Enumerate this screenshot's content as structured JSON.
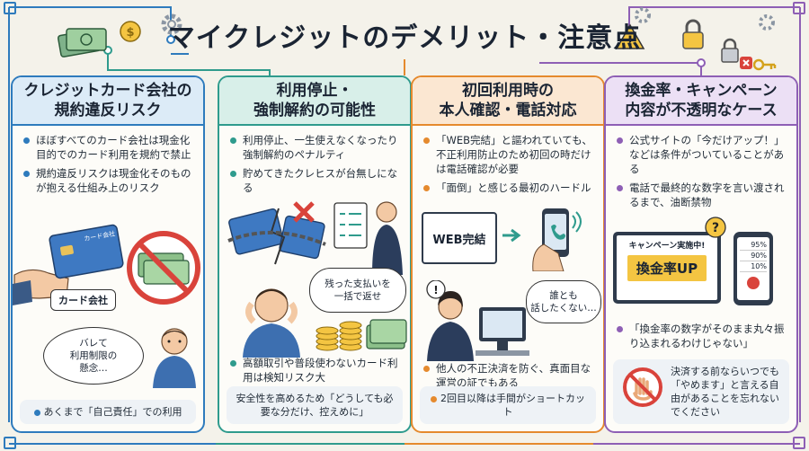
{
  "title": "マイクレジットのデメリット・注意点",
  "colors": {
    "blue": "#2e7bbd",
    "teal": "#2f9b8d",
    "orange": "#e58a2e",
    "purple": "#8e5fb5",
    "bg": "#f4f2ea"
  },
  "cards": [
    {
      "heading": "クレジットカード会社の\n規約違反リスク",
      "bullets": [
        "ほぼすべてのカード会社は現金化目的でのカード利用を規約で禁止",
        "規約違反リスクは現金化そのものが抱える仕組み上のリスク"
      ],
      "card_label": "カード会社",
      "card_face_text": "カード会社",
      "bubble": "バレて\n利用制限の\n懸念…",
      "footer": "あくまで「自己責任」での利用"
    },
    {
      "heading": "利用停止・\n強制解約の可能性",
      "bullets": [
        "利用停止、一生使えなくなったり強制解約のペナルティ",
        "貯めてきたクレヒスが台無しになる"
      ],
      "bubble": "残った支払いを\n一括で返せ",
      "bullet_lower": "高額取引や普段使わないカード利用は検知リスク大",
      "footer": "安全性を高めるため「どうしても必要な分だけ、控えめに」"
    },
    {
      "heading": "初回利用時の\n本人確認・電話対応",
      "bullets": [
        "「WEB完結」と謳われていても、不正利用防止のため初回の時だけは電話確認が必要",
        "「面倒」と感じる最初のハードル"
      ],
      "screen_text": "WEB完結",
      "bubble": "誰とも\n話したくない…",
      "bullet_lower": "他人の不正決済を防ぐ、真面目な運営の証でもある",
      "footer": "2回目以降は手間がショートカット"
    },
    {
      "heading": "換金率・キャンペーン\n内容が不透明なケース",
      "bullets": [
        "公式サイトの「今だけアップ！」などは条件がついていることがある",
        "電話で最終的な数字を言い渡されるまで、油断禁物"
      ],
      "banner_small": "キャンペーン実施中!",
      "banner_big": "換金率UP",
      "phone_rates": [
        "95%",
        "90%",
        "10%"
      ],
      "bullet_lower": "「換金率の数字がそのまま丸々振り込まれるわけじゃない」",
      "footer": "決済する前ならいつでも「やめます」と言える自由があることを忘れないでください"
    }
  ]
}
